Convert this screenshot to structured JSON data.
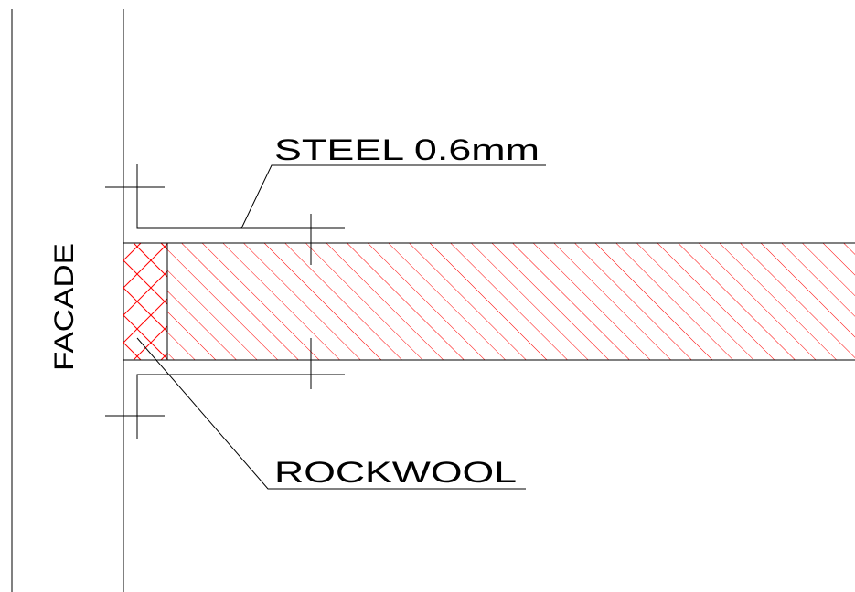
{
  "labels": {
    "facade": "FACADE",
    "steel": "STEEL 0.6mm",
    "rockwool": "ROCKWOOL"
  },
  "colors": {
    "line": "#000000",
    "hatch": "#ff0000",
    "background": "#ffffff"
  }
}
